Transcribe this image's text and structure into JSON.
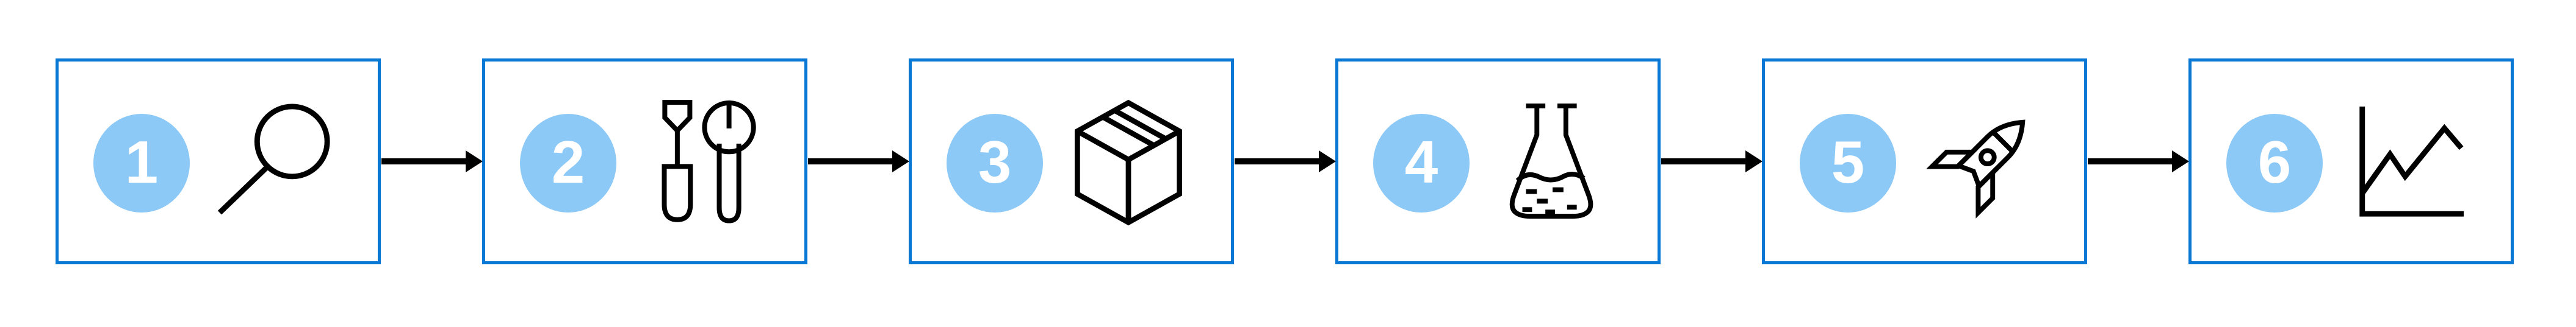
{
  "diagram": {
    "name": "six-step-process-flow",
    "background": "#FFFFFF",
    "colors": {
      "box_border": "#0878D4",
      "badge_fill": "#8CC9F7",
      "badge_text": "#FFFFFF",
      "icon_stroke": "#000000",
      "arrow": "#000000"
    },
    "steps": [
      {
        "number": "1",
        "icon": "magnifier-icon"
      },
      {
        "number": "2",
        "icon": "tools-icon"
      },
      {
        "number": "3",
        "icon": "package-box-icon"
      },
      {
        "number": "4",
        "icon": "flask-icon"
      },
      {
        "number": "5",
        "icon": "rocket-icon"
      },
      {
        "number": "6",
        "icon": "line-chart-icon"
      }
    ],
    "arrow_count": 5
  }
}
